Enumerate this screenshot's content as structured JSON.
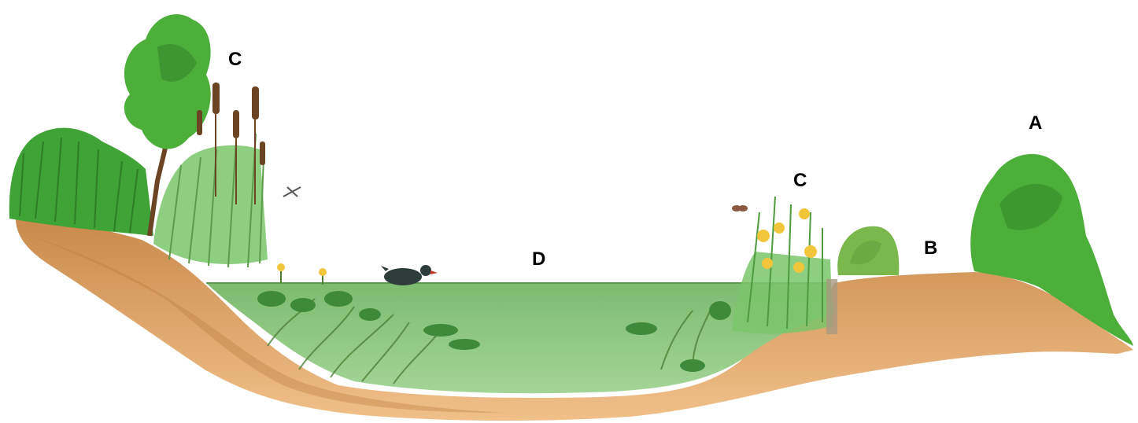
{
  "labels": {
    "a": "A",
    "b": "B",
    "c_left": "C",
    "c_right": "C",
    "d": "D"
  },
  "colors": {
    "soil": "#d59c5e",
    "soil_dark": "#b8783c",
    "water": "#8cc47e",
    "water_surface": "#5c9a52",
    "foliage": "#4caf3a",
    "foliage_dark": "#2f7d26",
    "flower": "#f2c63a",
    "bird": "#2f3d3a"
  }
}
